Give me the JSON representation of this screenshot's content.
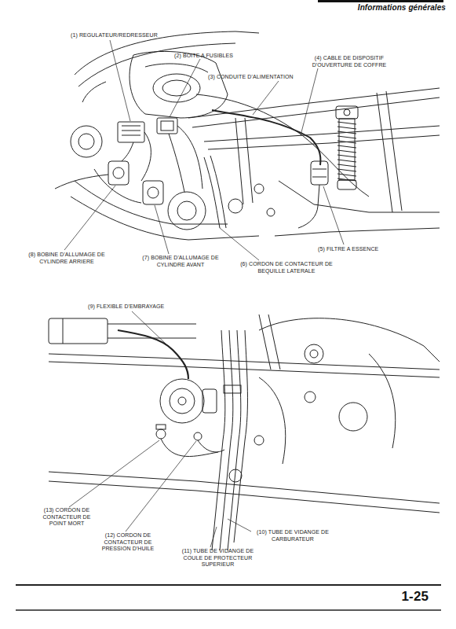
{
  "diagram": {
    "labels": [
      "Informations générales",
      "(1) REGULATEUR/REDRESSEUR",
      "(2) BOITE A FUSIBLES",
      "(3) CONDUITE D'ALIMENTATION",
      "(4) CABLE DE DISPOSITIF D'OUVERTURE DE COFFRE",
      "(5) FILTRE A ESSENCE",
      "(6) CORDON DE CONTACTEUR DE BEQUILLE LATERALE",
      "(7) BOBINE D'ALLUMAGE DE CYLINDRE AVANT",
      "(8) BOBINE D'ALLUMAGE DE CYLINDRE ARRIERE",
      "(9) FLEXIBLE D'EMBRAYAGE",
      "(10) TUBE DE VIDANGE DE CARBURATEUR",
      "(11) TUBE DE VIDANGE DE COULE DE PROTECTEUR SUPERIEUR",
      "(12) CORDON DE CONTACTEUR DE PRESSION D'HUILE",
      "(13) CORDON DE CONTACTEUR DE POINT MORT",
      "1-25"
    ]
  }
}
